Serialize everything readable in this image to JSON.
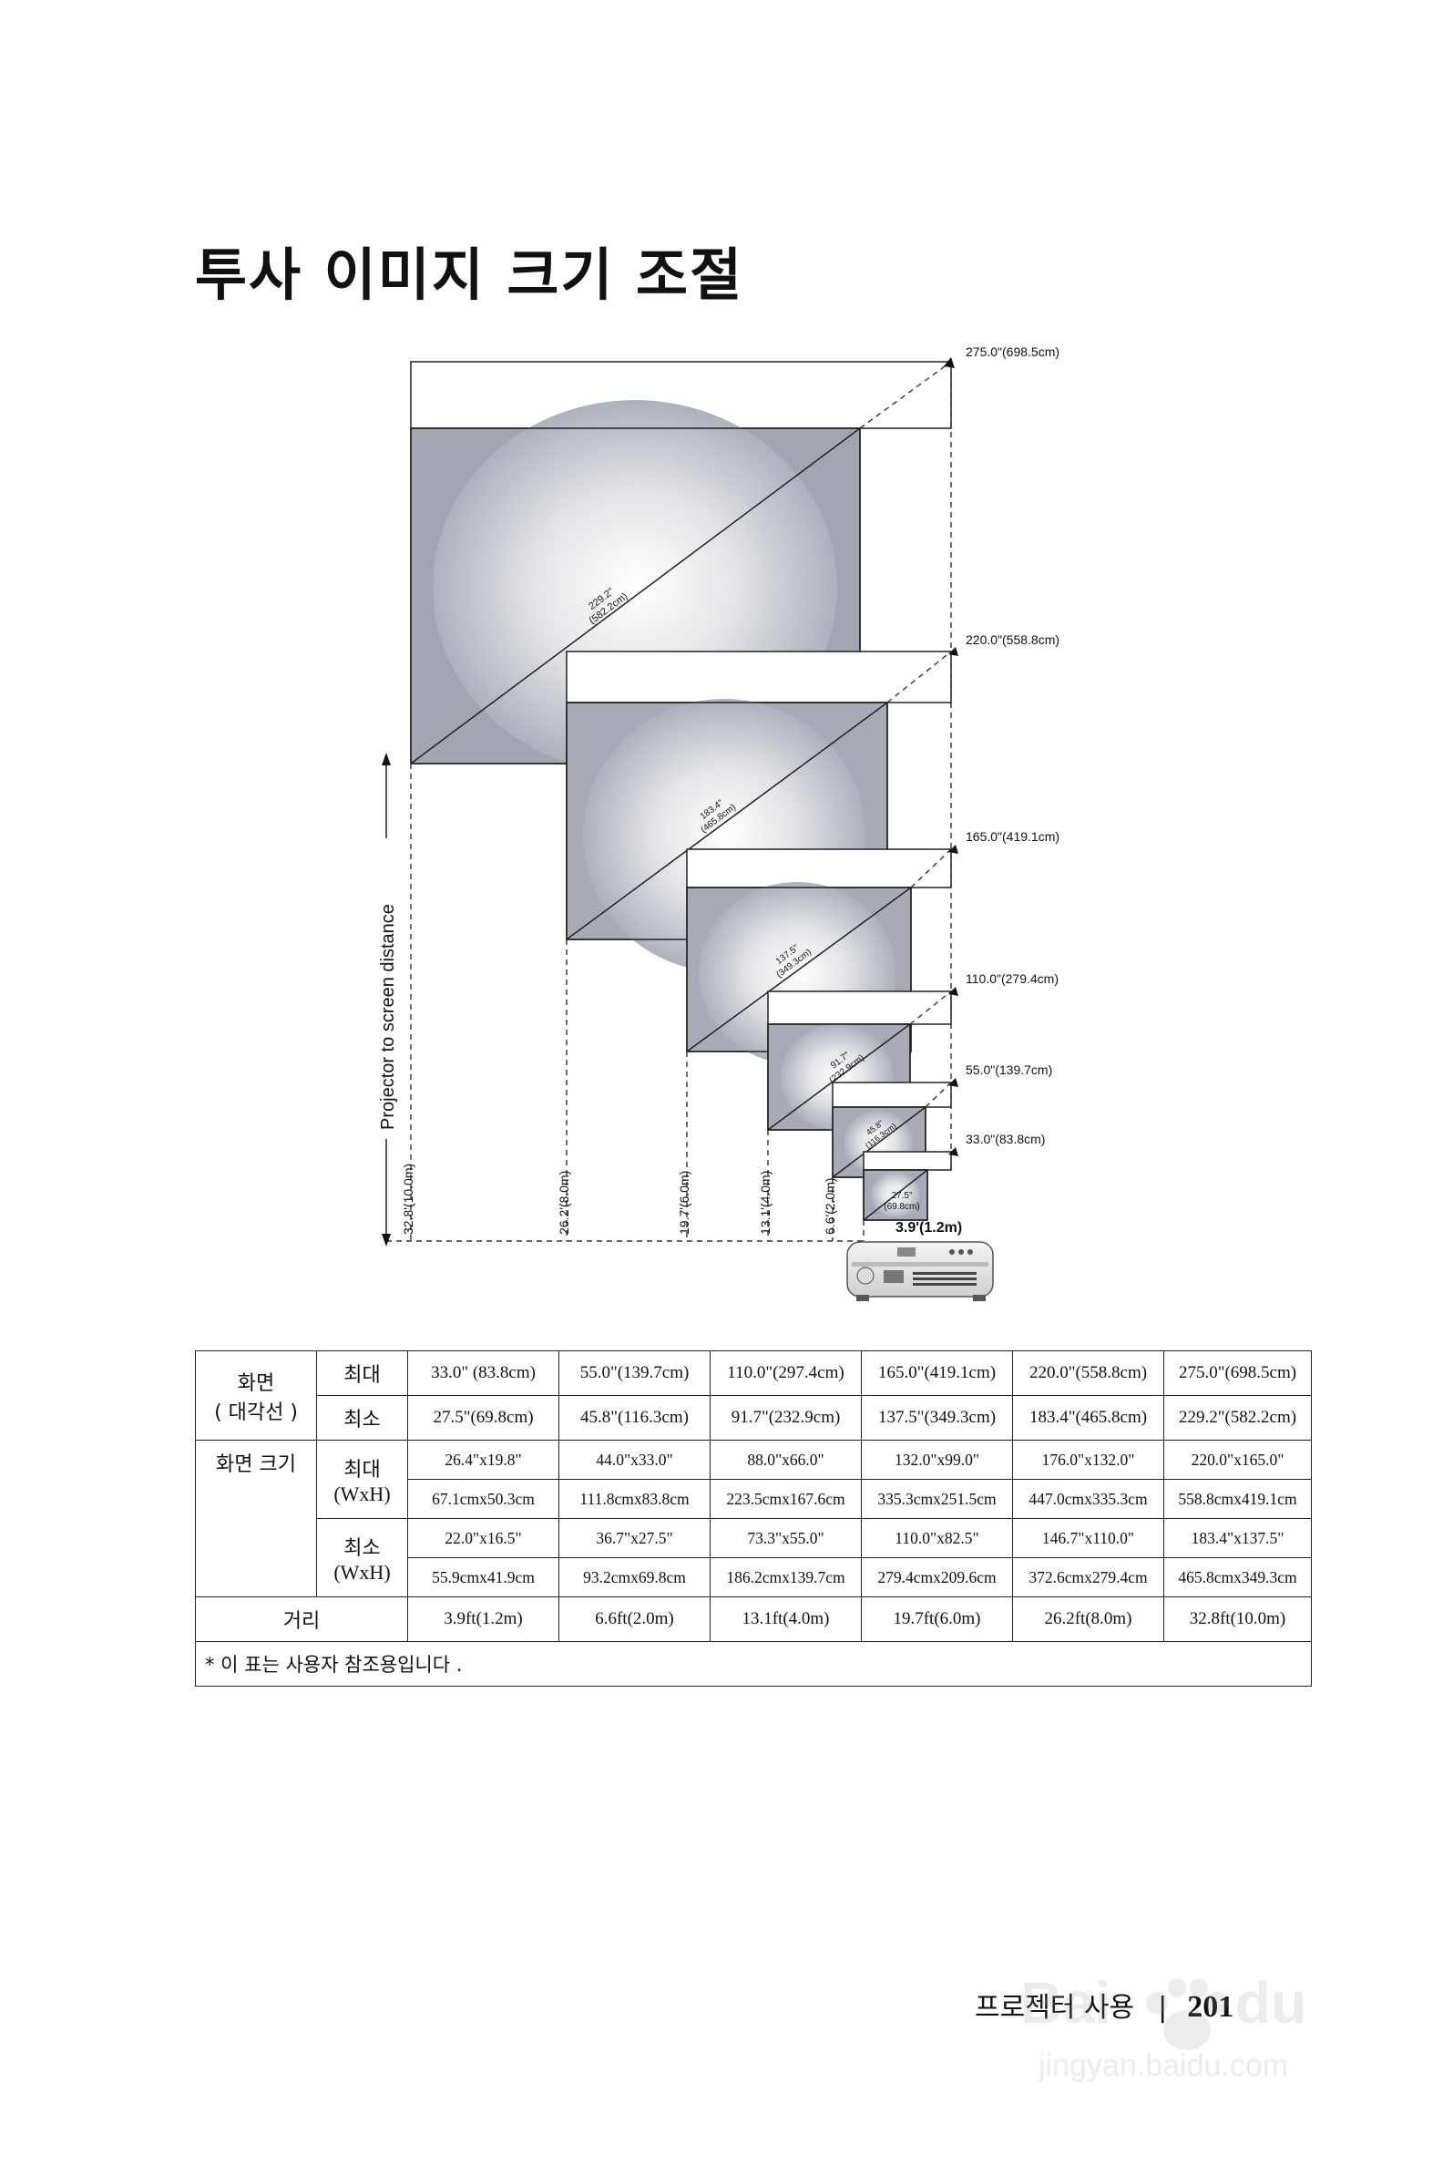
{
  "title": "투사 이미지 크기 조절",
  "diagram": {
    "axis_label": "Projector to screen distance",
    "screens": [
      {
        "max_label": "275.0\"(698.5cm)",
        "min_l1": "229.2\"",
        "min_l2": "(582.2cm)",
        "dist": "32.8'(10.0m)"
      },
      {
        "max_label": "220.0\"(558.8cm)",
        "min_l1": "183.4\"",
        "min_l2": "(465.8cm)",
        "dist": "26.2'(8.0m)"
      },
      {
        "max_label": "165.0\"(419.1cm)",
        "min_l1": "137.5\"",
        "min_l2": "(349.3cm)",
        "dist": "19.7'(6.0m)"
      },
      {
        "max_label": "110.0\"(279.4cm)",
        "min_l1": "91.7\"",
        "min_l2": "(232.9cm)",
        "dist": "13.1'(4.0m)"
      },
      {
        "max_label": "55.0\"(139.7cm)",
        "min_l1": "45.8\"",
        "min_l2": "(116.3cm)",
        "dist": "6.6'(2.0m)"
      },
      {
        "max_label": "33.0\"(83.8cm)",
        "min_l1": "27.5\"",
        "min_l2": "(69.8cm)",
        "dist": "3.9'(1.2m)"
      }
    ]
  },
  "table": {
    "diag_label_1": "화면",
    "diag_label_2": "( 대각선 )",
    "max": "최대",
    "min": "최소",
    "size_label": "화면 크기",
    "wxh": "(WxH)",
    "dist_label": "거리",
    "diag_max": [
      "33.0\" (83.8cm)",
      "55.0\"(139.7cm)",
      "110.0\"(297.4cm)",
      "165.0\"(419.1cm)",
      "220.0\"(558.8cm)",
      "275.0\"(698.5cm)"
    ],
    "diag_min": [
      "27.5\"(69.8cm)",
      "45.8\"(116.3cm)",
      "91.7\"(232.9cm)",
      "137.5\"(349.3cm)",
      "183.4\"(465.8cm)",
      "229.2\"(582.2cm)"
    ],
    "size_max_in": [
      "26.4\"x19.8\"",
      "44.0\"x33.0\"",
      "88.0\"x66.0\"",
      "132.0\"x99.0\"",
      "176.0\"x132.0\"",
      "220.0\"x165.0\""
    ],
    "size_max_cm": [
      "67.1cmx50.3cm",
      "111.8cmx83.8cm",
      "223.5cmx167.6cm",
      "335.3cmx251.5cm",
      "447.0cmx335.3cm",
      "558.8cmx419.1cm"
    ],
    "size_min_in": [
      "22.0\"x16.5\"",
      "36.7\"x27.5\"",
      "73.3\"x55.0\"",
      "110.0\"x82.5\"",
      "146.7\"x110.0\"",
      "183.4\"x137.5\""
    ],
    "size_min_cm": [
      "55.9cmx41.9cm",
      "93.2cmx69.8cm",
      "186.2cmx139.7cm",
      "279.4cmx209.6cm",
      "372.6cmx279.4cm",
      "465.8cmx349.3cm"
    ],
    "distance": [
      "3.9ft(1.2m)",
      "6.6ft(2.0m)",
      "13.1ft(4.0m)",
      "19.7ft(6.0m)",
      "26.2ft(8.0m)",
      "32.8ft(10.0m)"
    ],
    "note": "* 이 표는 사용자 참조용입니다 ."
  },
  "footer": {
    "section": "프로젝터 사용",
    "separator": "|",
    "page": "201"
  }
}
